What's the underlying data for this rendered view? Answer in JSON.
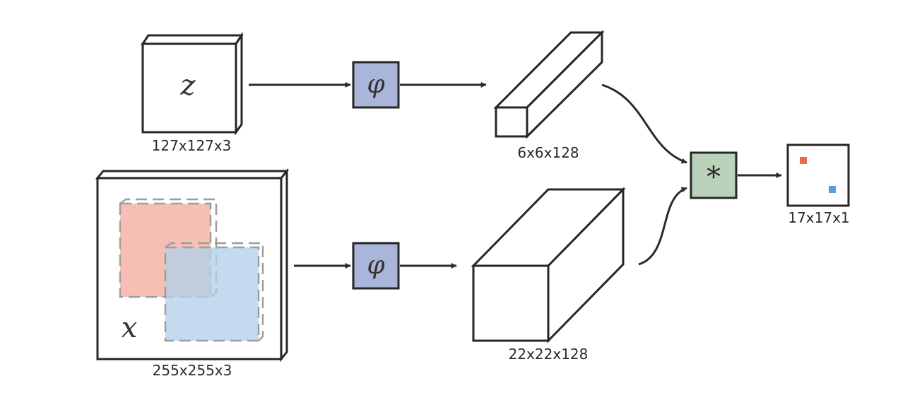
{
  "inputs": {
    "exemplar": {
      "symbol": "z",
      "size_label": "127x127x3"
    },
    "search": {
      "symbol": "x",
      "size_label": "255x255x3"
    }
  },
  "embedding": {
    "symbol": "φ",
    "color": "#a9b6d9"
  },
  "features": {
    "exemplar": {
      "size_label": "6x6x128"
    },
    "search": {
      "size_label": "22x22x128"
    }
  },
  "correlation": {
    "symbol": "*",
    "color": "#b9d2b9"
  },
  "output": {
    "size_label": "17x17x1",
    "marker_colors": {
      "red": "#ee6a4d",
      "blue": "#5b9bd8"
    }
  },
  "crop_colors": {
    "red": "#f3b5a6",
    "blue": "#b4d1ea",
    "dash": "#9e9e9e"
  }
}
